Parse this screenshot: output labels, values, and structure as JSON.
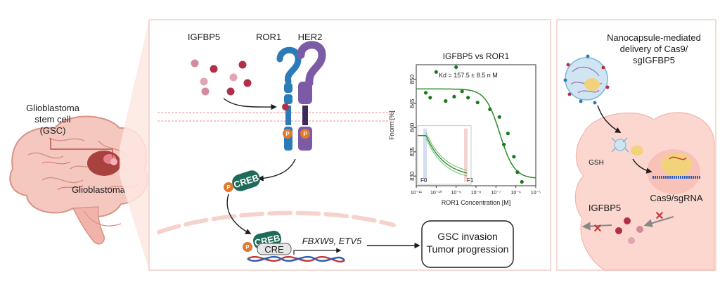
{
  "left": {
    "gsc_label": [
      "Glioblastoma",
      "stem cell",
      "(GSC)"
    ],
    "tumor_label": "Glioblastoma"
  },
  "pathway": {
    "ligand": "IGFBP5",
    "receptor1": "ROR1",
    "receptor2": "HER2",
    "phospho": "P",
    "tf": "CREB",
    "element": "CRE",
    "genes": "FBXW9, ETV5",
    "outcome_lines": [
      "GSC invasion",
      "Tumor progression"
    ]
  },
  "colors": {
    "panel_border": "#f2cfc7",
    "ror1": "#2b7bb9",
    "her2": "#7d5aa6",
    "creb": "#1f6b5b",
    "phospho": "#e07a2c",
    "ligand": "#b0304a",
    "fit": "#2e8b2e"
  },
  "right": {
    "title_lines": [
      "Nanocapsule-mediated",
      "delivery of Cas9/",
      "sgIGFBP5"
    ],
    "gsh": "GSH",
    "cas9": "Cas9/sgRNA",
    "igfbp5": "IGFBP5"
  },
  "chart_data": {
    "type": "scatter",
    "title": "IGFBP5 vs ROR1",
    "xlabel": "ROR1 Concentration [M]",
    "ylabel": "Fnorm [%]",
    "annotation": "Kd = 157.5 ± 8.5 n M",
    "x_scale": "log",
    "xlim_exp": [
      -11,
      -5
    ],
    "x_ticks": [
      "10⁻¹¹",
      "10⁻¹⁰",
      "10⁻⁹",
      "10⁻⁸",
      "10⁻⁷",
      "10⁻⁶",
      "10⁻⁵"
    ],
    "ylim": [
      828,
      853
    ],
    "y_ticks": [
      830,
      835,
      840,
      845,
      850
    ],
    "points": [
      {
        "x": 1e-10,
        "y": 851.5
      },
      {
        "x": 1e-09,
        "y": 852.5
      },
      {
        "x": 3e-11,
        "y": 847.2
      },
      {
        "x": 5e-11,
        "y": 846.2
      },
      {
        "x": 3e-10,
        "y": 845.5
      },
      {
        "x": 8e-10,
        "y": 846.4
      },
      {
        "x": 2e-09,
        "y": 847.5
      },
      {
        "x": 4e-09,
        "y": 846.2
      },
      {
        "x": 1.2e-08,
        "y": 845.2
      },
      {
        "x": 5e-08,
        "y": 843.8
      },
      {
        "x": 1.5e-07,
        "y": 842.2
      },
      {
        "x": 2.5e-07,
        "y": 836.5
      },
      {
        "x": 4e-07,
        "y": 838.8
      },
      {
        "x": 8e-07,
        "y": 834.0
      },
      {
        "x": 1.2e-06,
        "y": 830.8
      },
      {
        "x": 2e-06,
        "y": 828.8
      }
    ],
    "fit": {
      "top": 848.0,
      "bottom": 829.5,
      "kd": 1.575e-07
    },
    "inset_labels": [
      "F0",
      "F1"
    ]
  }
}
